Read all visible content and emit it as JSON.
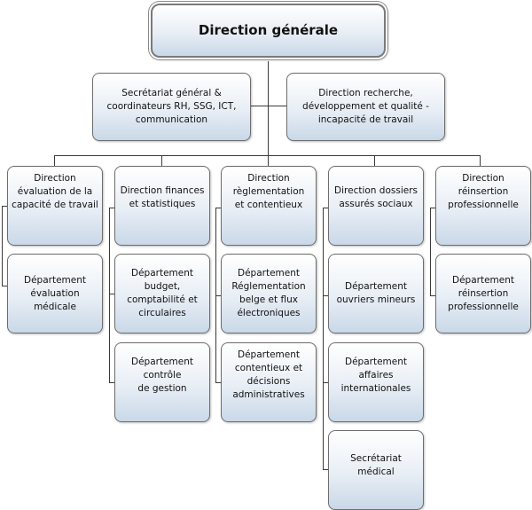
{
  "root": {
    "label": "Direction générale"
  },
  "staff": [
    {
      "label": "Secrétariat général &\ncoordinateurs RH, SSG, ICT,\ncommunication"
    },
    {
      "label": "Direction recherche,\ndéveloppement et qualité -\nincapacité de travail"
    }
  ],
  "directions": [
    {
      "label": "Direction\névaluation de la\ncapacité de travail",
      "departments": [
        {
          "label": "Département\névaluation\nmédicale"
        }
      ]
    },
    {
      "label": "Direction finances\net statistiques",
      "departments": [
        {
          "label": "Département\nbudget,\ncomptabilité et\ncirculaires"
        },
        {
          "label": "Département\ncontrôle\nde gestion"
        }
      ]
    },
    {
      "label": "Direction\nrèglementation\net contentieux",
      "departments": [
        {
          "label": "Département\nRéglementation\nbelge et flux\nélectroniques"
        },
        {
          "label": "Département\ncontentieux et\ndécisions\nadministratives"
        }
      ]
    },
    {
      "label": "Direction dossiers\nassurés sociaux",
      "departments": [
        {
          "label": "Département\nouvriers mineurs"
        },
        {
          "label": "Département\naffaires\ninternationales"
        },
        {
          "label": "Secrétariat\nmédical"
        }
      ]
    },
    {
      "label": "Direction\nréinsertion\nprofessionnelle",
      "departments": [
        {
          "label": "Département\nréinsertion\nprofessionnelle"
        }
      ]
    }
  ]
}
